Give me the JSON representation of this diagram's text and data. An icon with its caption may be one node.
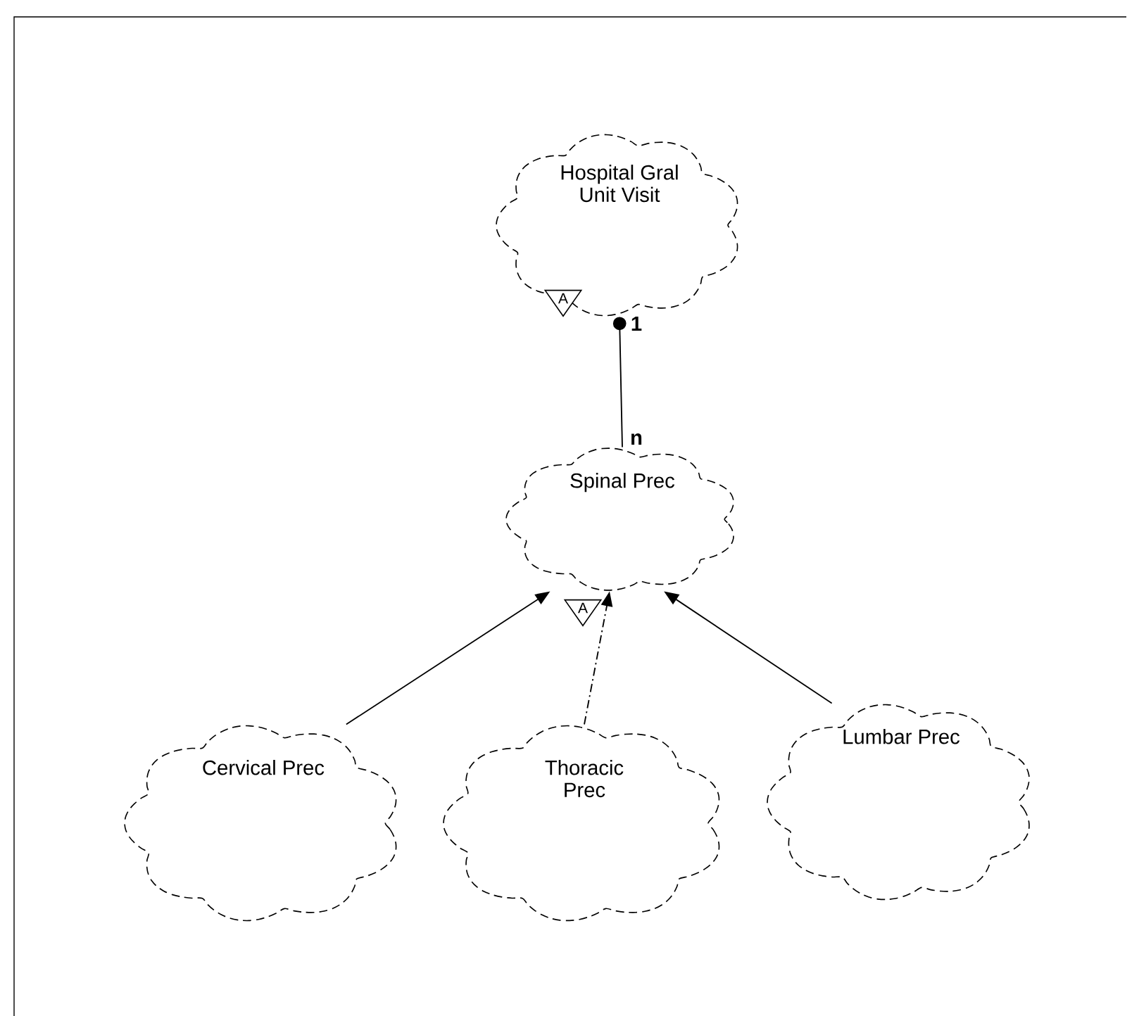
{
  "diagram": {
    "nodes": [
      {
        "text": [
          "Hospital Gral Unit Visit"
        ]
      },
      {
        "text": [
          "Spinal Prec"
        ]
      },
      {
        "text": [
          "Cervical Prec"
        ]
      },
      {
        "text": [
          "Thoracic Prec"
        ]
      },
      {
        "text": [
          "Lumbar Prec"
        ]
      }
    ],
    "edges": [
      {
        "from": 0,
        "to": 1,
        "arrow": "other"
      },
      {
        "from": 2,
        "to": 1,
        "arrow": "to"
      },
      {
        "from": 3,
        "to": 1,
        "arrow": "to",
        "style": "dashed"
      },
      {
        "from": 4,
        "to": 1,
        "arrow": "to"
      }
    ],
    "labels": [
      "A",
      "1",
      "n",
      "A"
    ]
  }
}
